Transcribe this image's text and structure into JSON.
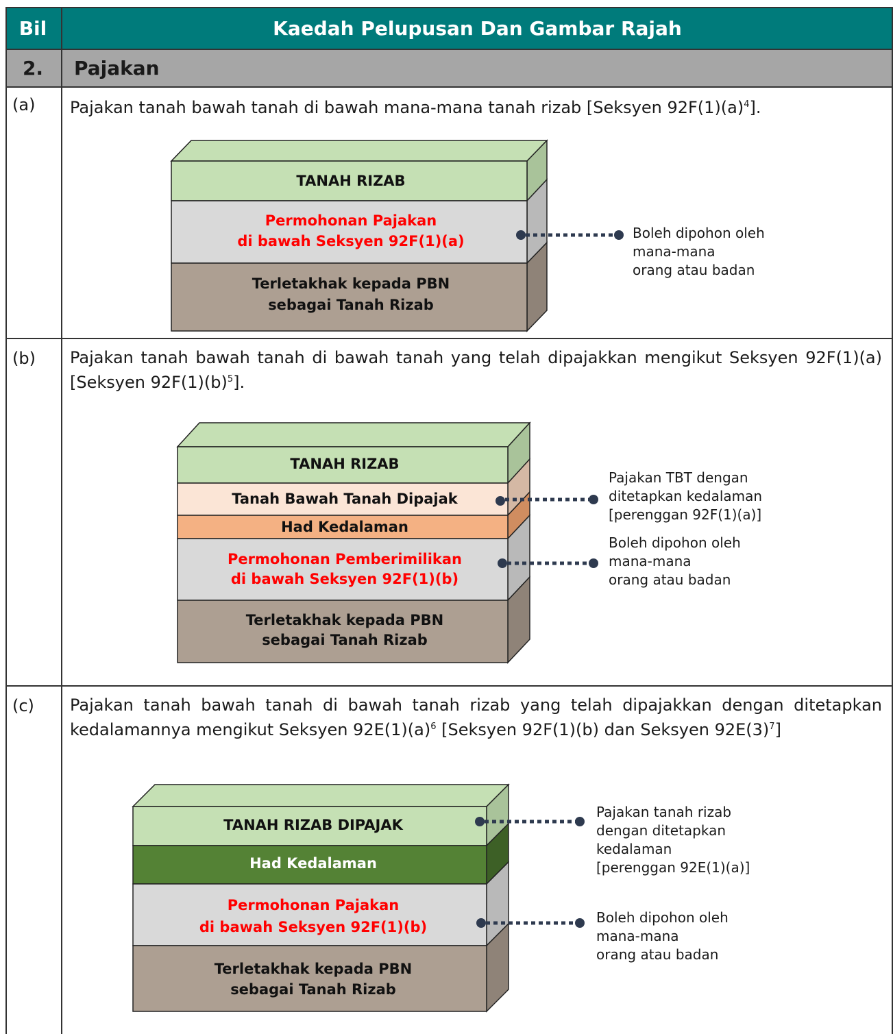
{
  "header": {
    "bil": "Bil",
    "title": "Kaedah Pelupusan Dan Gambar Rajah"
  },
  "section": {
    "num": "2.",
    "title": "Pajakan"
  },
  "rows": [
    {
      "bil": "(a)",
      "text": "Pajakan tanah bawah tanah di bawah mana-mana tanah rizab [Seksyen 92F(1)(a)",
      "sup": "4",
      "text_end": "].",
      "layers": [
        "TANAH RIZAB",
        "Permohonan Pajakan",
        "di bawah Seksyen 92F(1)(a)",
        "Terletakhak kepada PBN",
        "sebagai Tanah Rizab"
      ],
      "callouts": [
        [
          "Boleh dipohon oleh",
          "mana-mana",
          "orang atau badan"
        ]
      ]
    },
    {
      "bil": "(b)",
      "text": "Pajakan tanah bawah tanah di bawah tanah yang telah dipajakkan mengikut Seksyen 92F(1)(a) [Seksyen 92F(1)(b)",
      "sup": "5",
      "text_end": "].",
      "layers": [
        "TANAH RIZAB",
        "Tanah Bawah Tanah Dipajak",
        "Had Kedalaman",
        "Permohonan Pemberimilikan",
        "di bawah Seksyen 92F(1)(b)",
        "Terletakhak kepada PBN",
        "sebagai Tanah Rizab"
      ],
      "callouts": [
        [
          "Pajakan TBT dengan",
          "ditetapkan kedalaman",
          "[perenggan 92F(1)(a)]"
        ],
        [
          "Boleh dipohon oleh",
          "mana-mana",
          "orang atau badan"
        ]
      ]
    },
    {
      "bil": "(c)",
      "text": "Pajakan tanah bawah tanah di bawah tanah rizab yang telah dipajakkan dengan ditetapkan kedalamannya mengikut Seksyen 92E(1)(a)",
      "sup": "6",
      "text_mid": " [Seksyen 92F(1)(b) dan Seksyen 92E(3)",
      "sup2": "7",
      "text_end": "]",
      "layers": [
        "TANAH RIZAB DIPAJAK",
        "Had Kedalaman",
        "Permohonan Pajakan",
        "di bawah Seksyen 92F(1)(b)",
        "Terletakhak kepada PBN",
        "sebagai Tanah Rizab"
      ],
      "callouts": [
        [
          "Pajakan tanah rizab",
          "dengan ditetapkan",
          "kedalaman",
          "[perenggan 92E(1)(a)]"
        ],
        [
          "Boleh dipohon oleh",
          "mana-mana",
          "orang atau badan"
        ]
      ]
    }
  ],
  "colors": {
    "header": "#007b7b",
    "section": "#a6a6a6",
    "green": "#c5e0b4",
    "grey": "#d9d9d9",
    "brown": "#ad9f92",
    "peach": "#fbe5d6",
    "orange": "#f4b183",
    "darkgreen": "#548235",
    "red": "#ff0000"
  }
}
